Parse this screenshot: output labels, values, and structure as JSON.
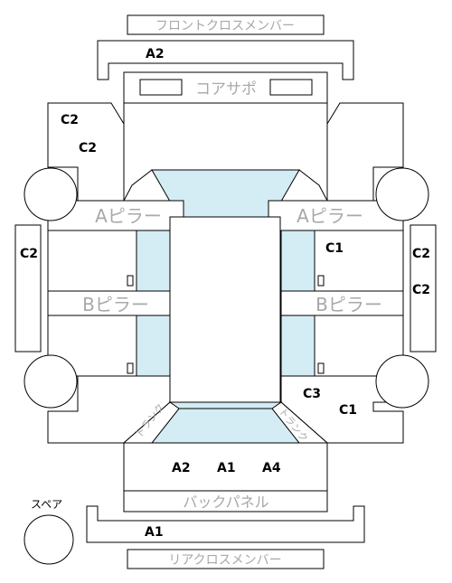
{
  "labels": {
    "front_cross_member": "フロントクロスメンバー",
    "core_support": "コアサポ",
    "a_pillar_left": "Aピラー",
    "a_pillar_right": "Aピラー",
    "b_pillar_left": "Bピラー",
    "b_pillar_right": "Bピラー",
    "back_panel": "バックパネル",
    "rear_cross_member": "リアクロスメンバー",
    "spare": "スペア",
    "trunk_left": "トランク",
    "trunk_right": "トランク"
  },
  "codes": {
    "front_member": "A2",
    "front_left_1": "C2",
    "front_left_2": "C2",
    "left_rocker": "C2",
    "right_rocker_1": "C2",
    "right_rocker_2": "C2",
    "right_front_door": "C1",
    "right_rear_1": "C3",
    "right_rear_2": "C1",
    "trunk_1": "A2",
    "trunk_2": "A1",
    "trunk_3": "A4",
    "rear_member": "A1"
  },
  "colors": {
    "glass": "#d4ecf4",
    "outline": "#000000",
    "grey_label": "#a8a8a8"
  }
}
